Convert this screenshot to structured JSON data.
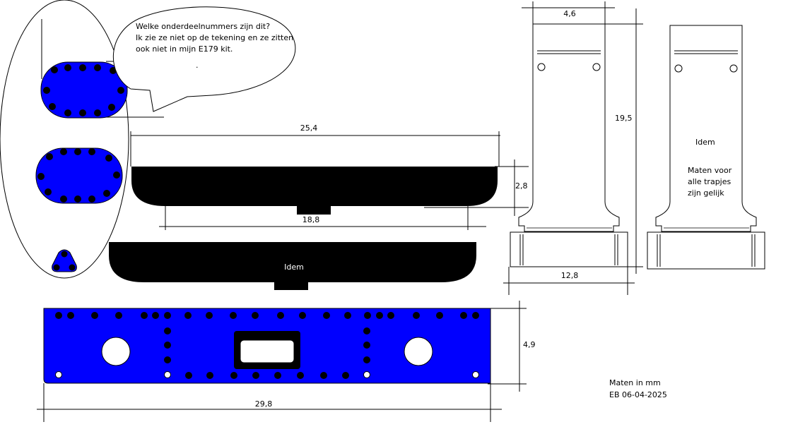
{
  "speech_bubble": {
    "lines": [
      "Welke onderdeelnummers zijn dit?",
      "Ik zie ze niet op de tekening en ze zitten",
      "ook niet in mijn E179 kit."
    ],
    "dot": "."
  },
  "dimensions": {
    "top_width": "25,4",
    "height_small": "2,8",
    "bottom_width": "18,8",
    "step_top_width": "4,6",
    "step_height": "19,5",
    "step_base_width": "12,8",
    "plate_height": "4,9",
    "plate_width": "29,8"
  },
  "labels": {
    "idem_profile": "Idem",
    "idem_step": "Idem",
    "maten_voor": [
      "Maten voor",
      "alle trapjes",
      "zijn gelijk"
    ],
    "footer_units": "Maten in mm",
    "footer_author_date": "EB 06-04-2025"
  },
  "colors": {
    "blue": "#0000ff",
    "black": "#000000",
    "hole": "#000000",
    "white": "#ffffff"
  }
}
